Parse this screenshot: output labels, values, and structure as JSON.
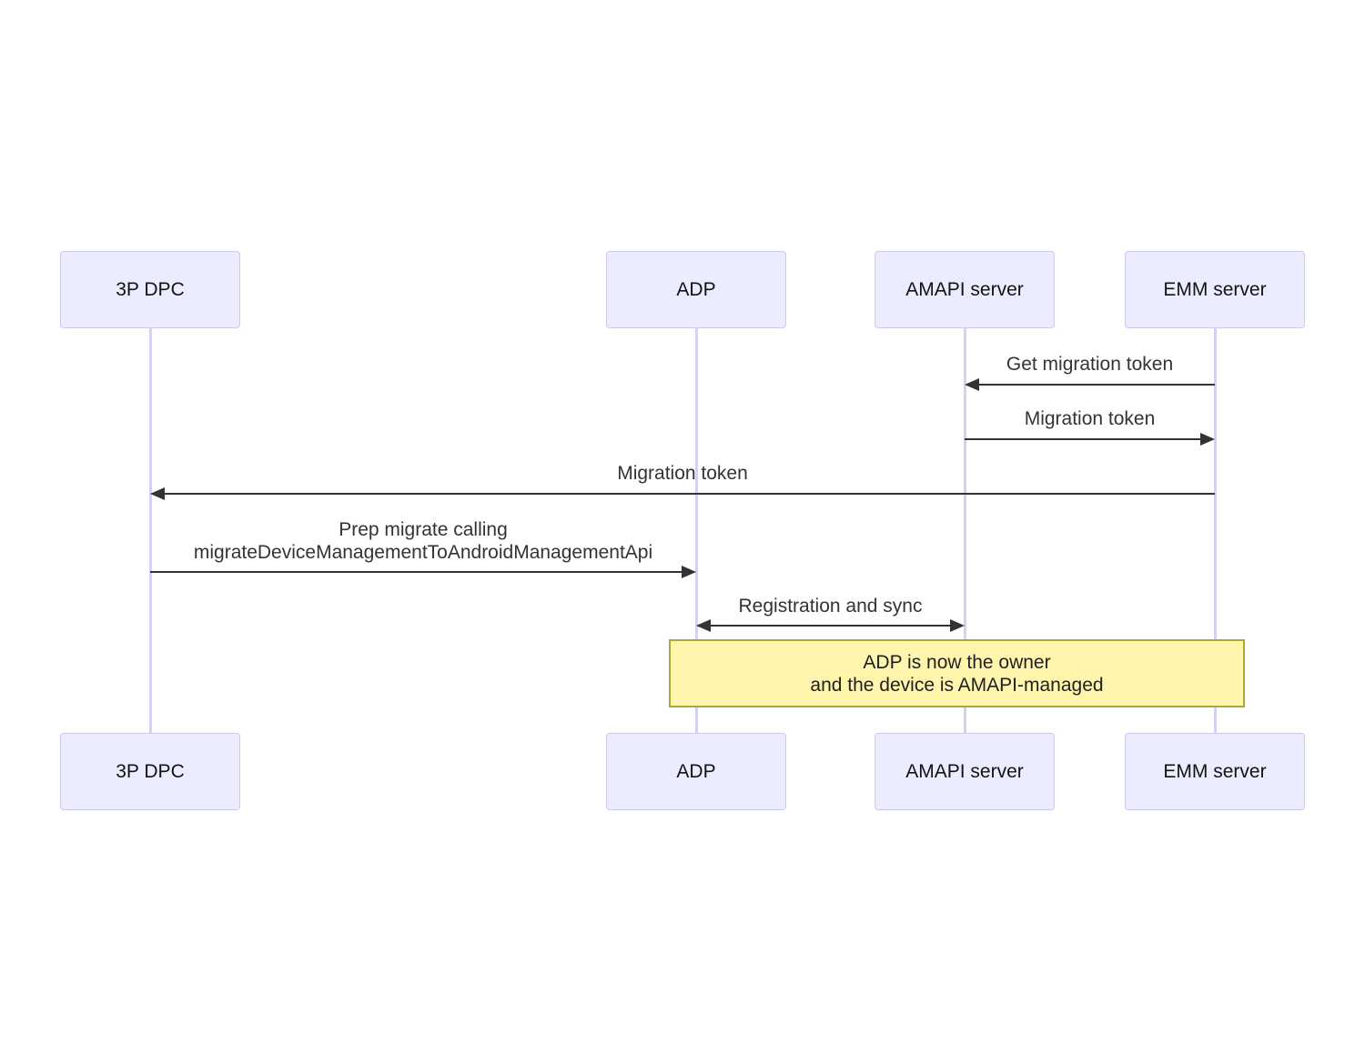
{
  "diagram": {
    "type": "sequence",
    "background": "#FFFFFF",
    "colors": {
      "actor_fill": "#ECECFF",
      "actor_border": "#CFC7EE",
      "actor_text": "#131313",
      "lifeline": "#D8D0F0",
      "arrow": "#333333",
      "message_text": "#333333",
      "note_fill": "#FFF5AD",
      "note_border": "#AAAA33",
      "note_text": "#1F1F1F"
    },
    "actors": [
      {
        "label": "3P DPC"
      },
      {
        "label": "ADP"
      },
      {
        "label": "AMAPI server"
      },
      {
        "label": "EMM server"
      }
    ],
    "messages": [
      {
        "from": "EMM server",
        "to": "AMAPI server",
        "arrow": "left",
        "label": "Get migration token"
      },
      {
        "from": "AMAPI server",
        "to": "EMM server",
        "arrow": "right",
        "label": "Migration token"
      },
      {
        "from": "EMM server",
        "to": "3P DPC",
        "arrow": "left",
        "label": "Migration token"
      },
      {
        "from": "3P DPC",
        "to": "ADP",
        "arrow": "right",
        "label_line1": "Prep migrate calling",
        "label_line2": "migrateDeviceManagementToAndroidManagementApi"
      },
      {
        "from": "ADP",
        "to": "AMAPI server",
        "arrow": "both",
        "label": "Registration and sync"
      }
    ],
    "note": {
      "line1": "ADP is now the owner",
      "line2": "and the device is AMAPI-managed"
    }
  }
}
